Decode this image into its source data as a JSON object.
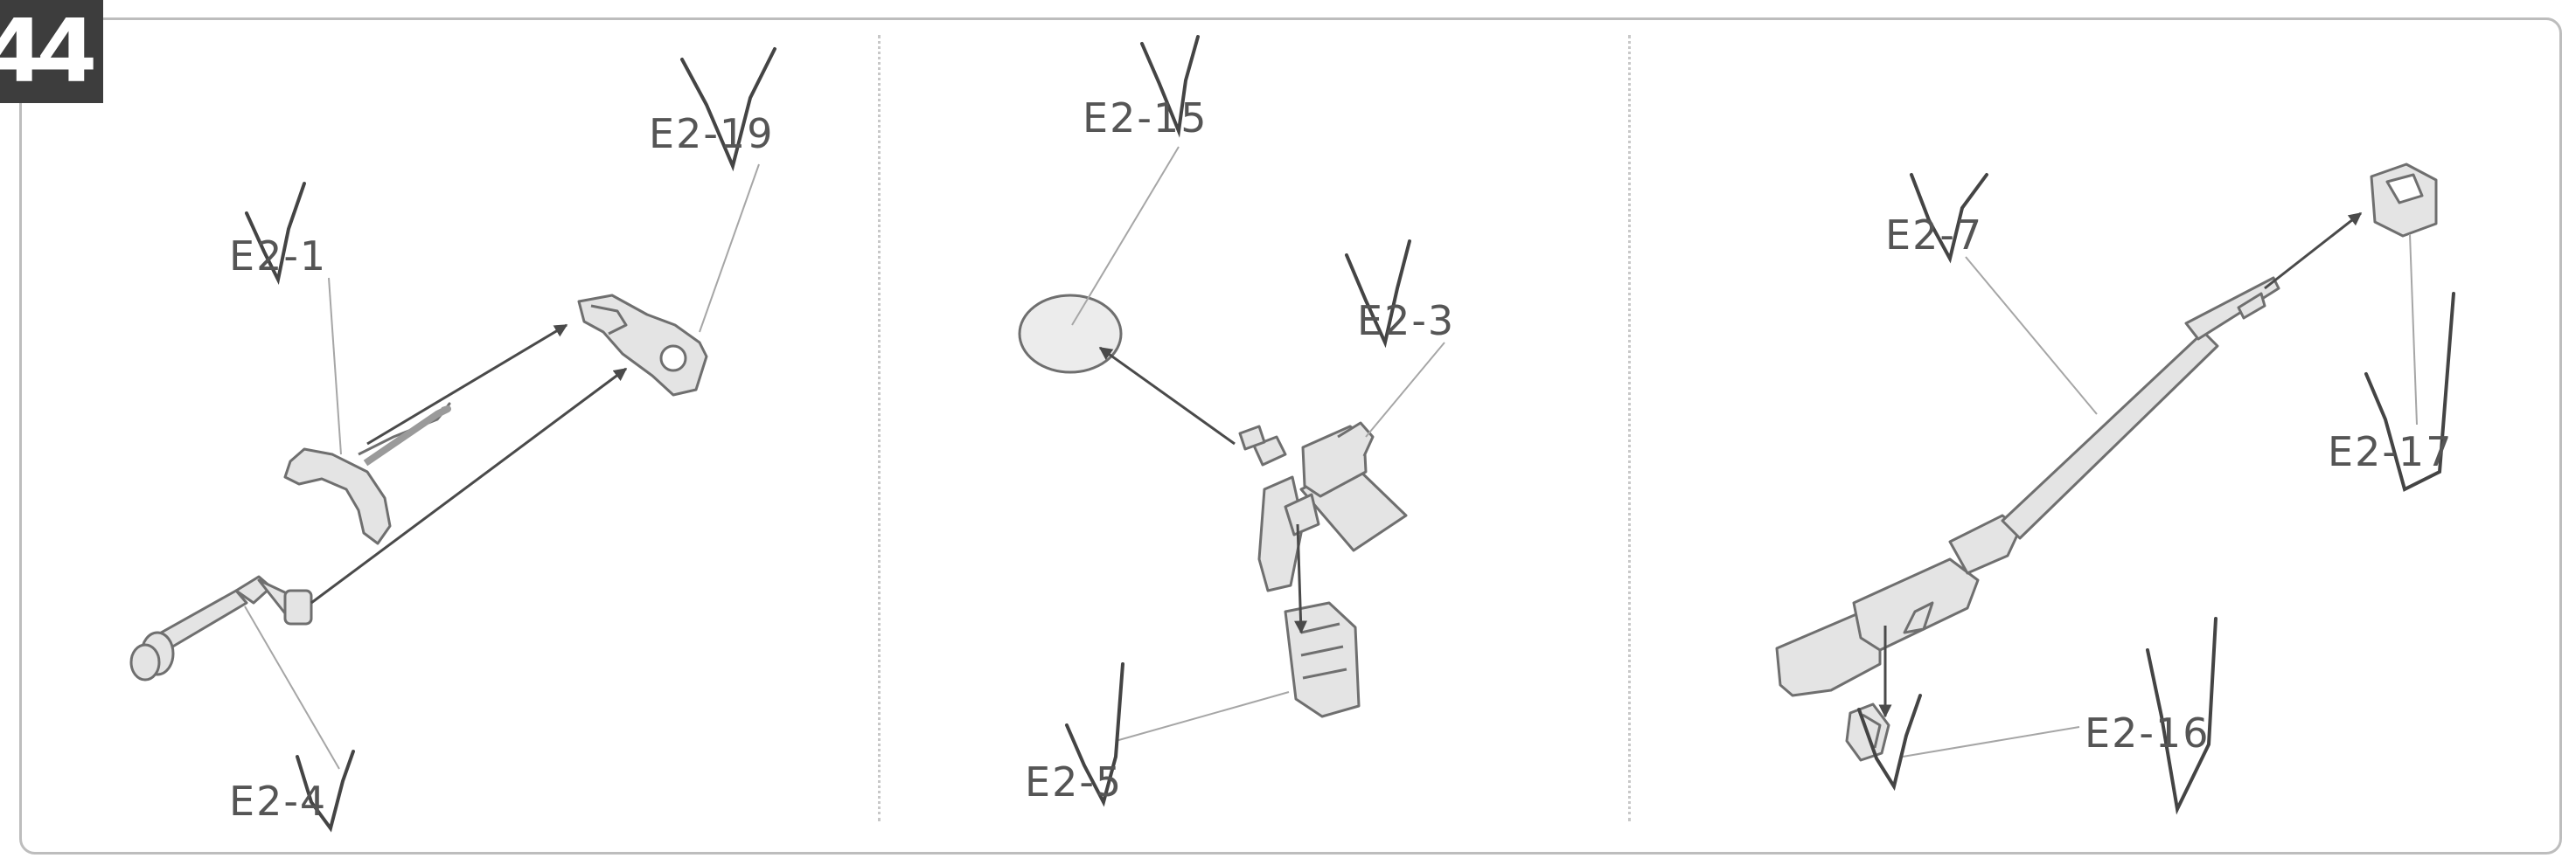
{
  "step": {
    "number": "44"
  },
  "panels": [
    {
      "name": "panel-1",
      "labels": [
        "E2-19",
        "E2-1",
        "E2-4"
      ]
    },
    {
      "name": "panel-2",
      "labels": [
        "E2-15",
        "E2-3",
        "E2-5"
      ]
    },
    {
      "name": "panel-3",
      "labels": [
        "E2-7",
        "E2-17",
        "E2-16"
      ]
    }
  ],
  "colors": {
    "part_fill": "#e4e4e4",
    "part_stroke": "#6f6f6f",
    "leader": "#a6a6a6",
    "arrow": "#4a4a4a",
    "check": "#444444",
    "badge": "#3d3d3d"
  }
}
